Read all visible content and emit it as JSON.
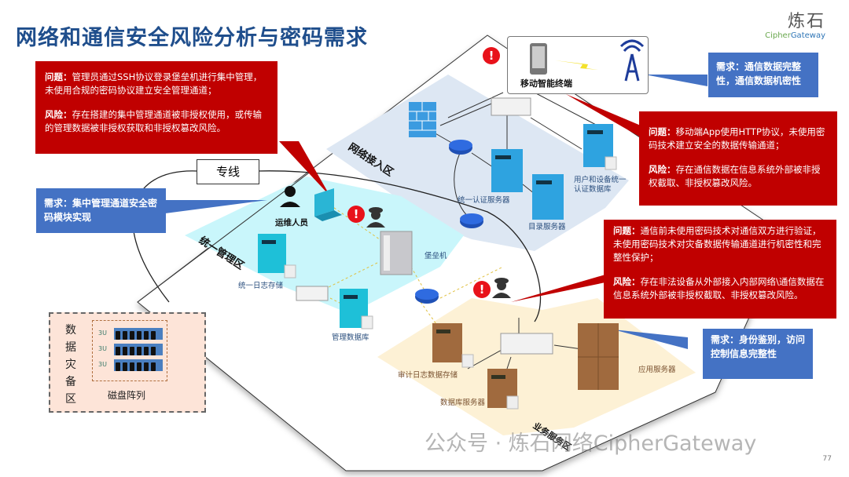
{
  "slide": {
    "title": "网络和通信安全风险分析与密码需求",
    "page_number": "77",
    "watermark": "公众号 · 炼石网络CipherGateway"
  },
  "logo": {
    "name_cn": "炼石",
    "name_en_part1": "Cipher",
    "name_en_part2": "Gateway"
  },
  "zones": {
    "network_access": "网络接入区",
    "unified_management": "统一管理区",
    "business_service": "业务服务区",
    "disaster_recovery": [
      "数",
      "据",
      "灾",
      "备",
      "区"
    ],
    "dedicated_line": "专线",
    "mobile_terminal": "移动智能终端"
  },
  "devices": {
    "unified_auth_server": "统一认证服务器",
    "user_device_auth_db": "用户和设备统一认证数据库",
    "user_device_auth_db_l1": "用户和设备统一",
    "user_device_auth_db_l2": "认证数据库",
    "directory_server": "目录服务器",
    "ops_staff": "运维人员",
    "bastion_host": "堡垒机",
    "unified_log_storage": "统一日志存储",
    "management_db": "管理数据库",
    "audit_log_storage": "审计日志数据存储",
    "database_server": "数据库服务器",
    "application_server": "应用服务器",
    "disk_array": "磁盘阵列",
    "disk_units": [
      "3U",
      "3U",
      "3U"
    ]
  },
  "callouts": {
    "mgmt": {
      "problem_label": "问题：",
      "problem": "管理员通过SSH协议登录堡垒机进行集中管理，未使用合规的密码协议建立安全管理通道；",
      "risk_label": "风险：",
      "risk": "存在搭建的集中管理通道被非授权使用，或传输的管理数据被非授权获取和非授权篡改风险。"
    },
    "mobile": {
      "problem_label": "问题：",
      "problem": "移动端App使用HTTP协议，未使用密码技术建立安全的数据传输通道；",
      "risk_label": "风险：",
      "risk": "存在通信数据在信息系统外部被非授权截取、非授权篡改风险。"
    },
    "comm": {
      "problem_label": "问题：",
      "problem": "通信前未使用密码技术对通信双方进行验证，未使用密码技术对灾备数据传输通道进行机密性和完整性保护；",
      "risk_label": "风险：",
      "risk": "存在非法设备从外部接入内部网络\\通信数据在信息系统外部被非授权截取、非授权篡改风险。"
    },
    "req_mgmt": "需求：集中管理通道安全密码模块实现",
    "req_mobile": "需求：通信数据完整性，通信数据机密性",
    "req_identity": "需求：身份鉴别，访问控制信息完整性"
  },
  "icons": {
    "alert": "!"
  }
}
